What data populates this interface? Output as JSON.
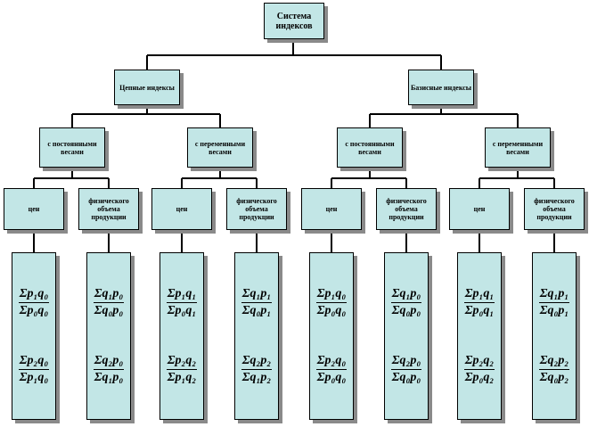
{
  "root": {
    "label": "Система индексов"
  },
  "level1": [
    {
      "label": "Цепные индексы"
    },
    {
      "label": "Базисные индексы"
    }
  ],
  "level2": [
    {
      "label": "с постоянными весами"
    },
    {
      "label": "с переменными весами"
    },
    {
      "label": "с постоянными весами"
    },
    {
      "label": "с переменными весами"
    }
  ],
  "level3": [
    {
      "label": "цен"
    },
    {
      "label": "физического объема продукции"
    },
    {
      "label": "цен"
    },
    {
      "label": "физического объема продукции"
    },
    {
      "label": "цен"
    },
    {
      "label": "физического объема продукции"
    },
    {
      "label": "цен"
    },
    {
      "label": "физического объема продукции"
    }
  ],
  "formulas": [
    [
      {
        "num": "Σp₁q₀",
        "den": "Σp₀q₀"
      },
      {
        "num": "Σp₂q₀",
        "den": "Σp₁q₀"
      }
    ],
    [
      {
        "num": "Σq₁p₀",
        "den": "Σq₀p₀"
      },
      {
        "num": "Σq₂p₀",
        "den": "Σq₁p₀"
      }
    ],
    [
      {
        "num": "Σp₁q₁",
        "den": "Σp₀q₁"
      },
      {
        "num": "Σp₂q₂",
        "den": "Σp₁q₂"
      }
    ],
    [
      {
        "num": "Σq₁p₁",
        "den": "Σq₀p₁"
      },
      {
        "num": "Σq₂p₂",
        "den": "Σq₁p₂"
      }
    ],
    [
      {
        "num": "Σp₁q₀",
        "den": "Σp₀q₀"
      },
      {
        "num": "Σp₂q₀",
        "den": "Σp₀q₀"
      }
    ],
    [
      {
        "num": "Σq₁p₀",
        "den": "Σq₀p₀"
      },
      {
        "num": "Σq₂p₀",
        "den": "Σq₀p₀"
      }
    ],
    [
      {
        "num": "Σp₁q₁",
        "den": "Σp₀q₁"
      },
      {
        "num": "Σp₂q₂",
        "den": "Σp₀q₂"
      }
    ],
    [
      {
        "num": "Σq₁p₁",
        "den": "Σq₀p₁"
      },
      {
        "num": "Σq₂p₂",
        "den": "Σq₀p₂"
      }
    ]
  ]
}
